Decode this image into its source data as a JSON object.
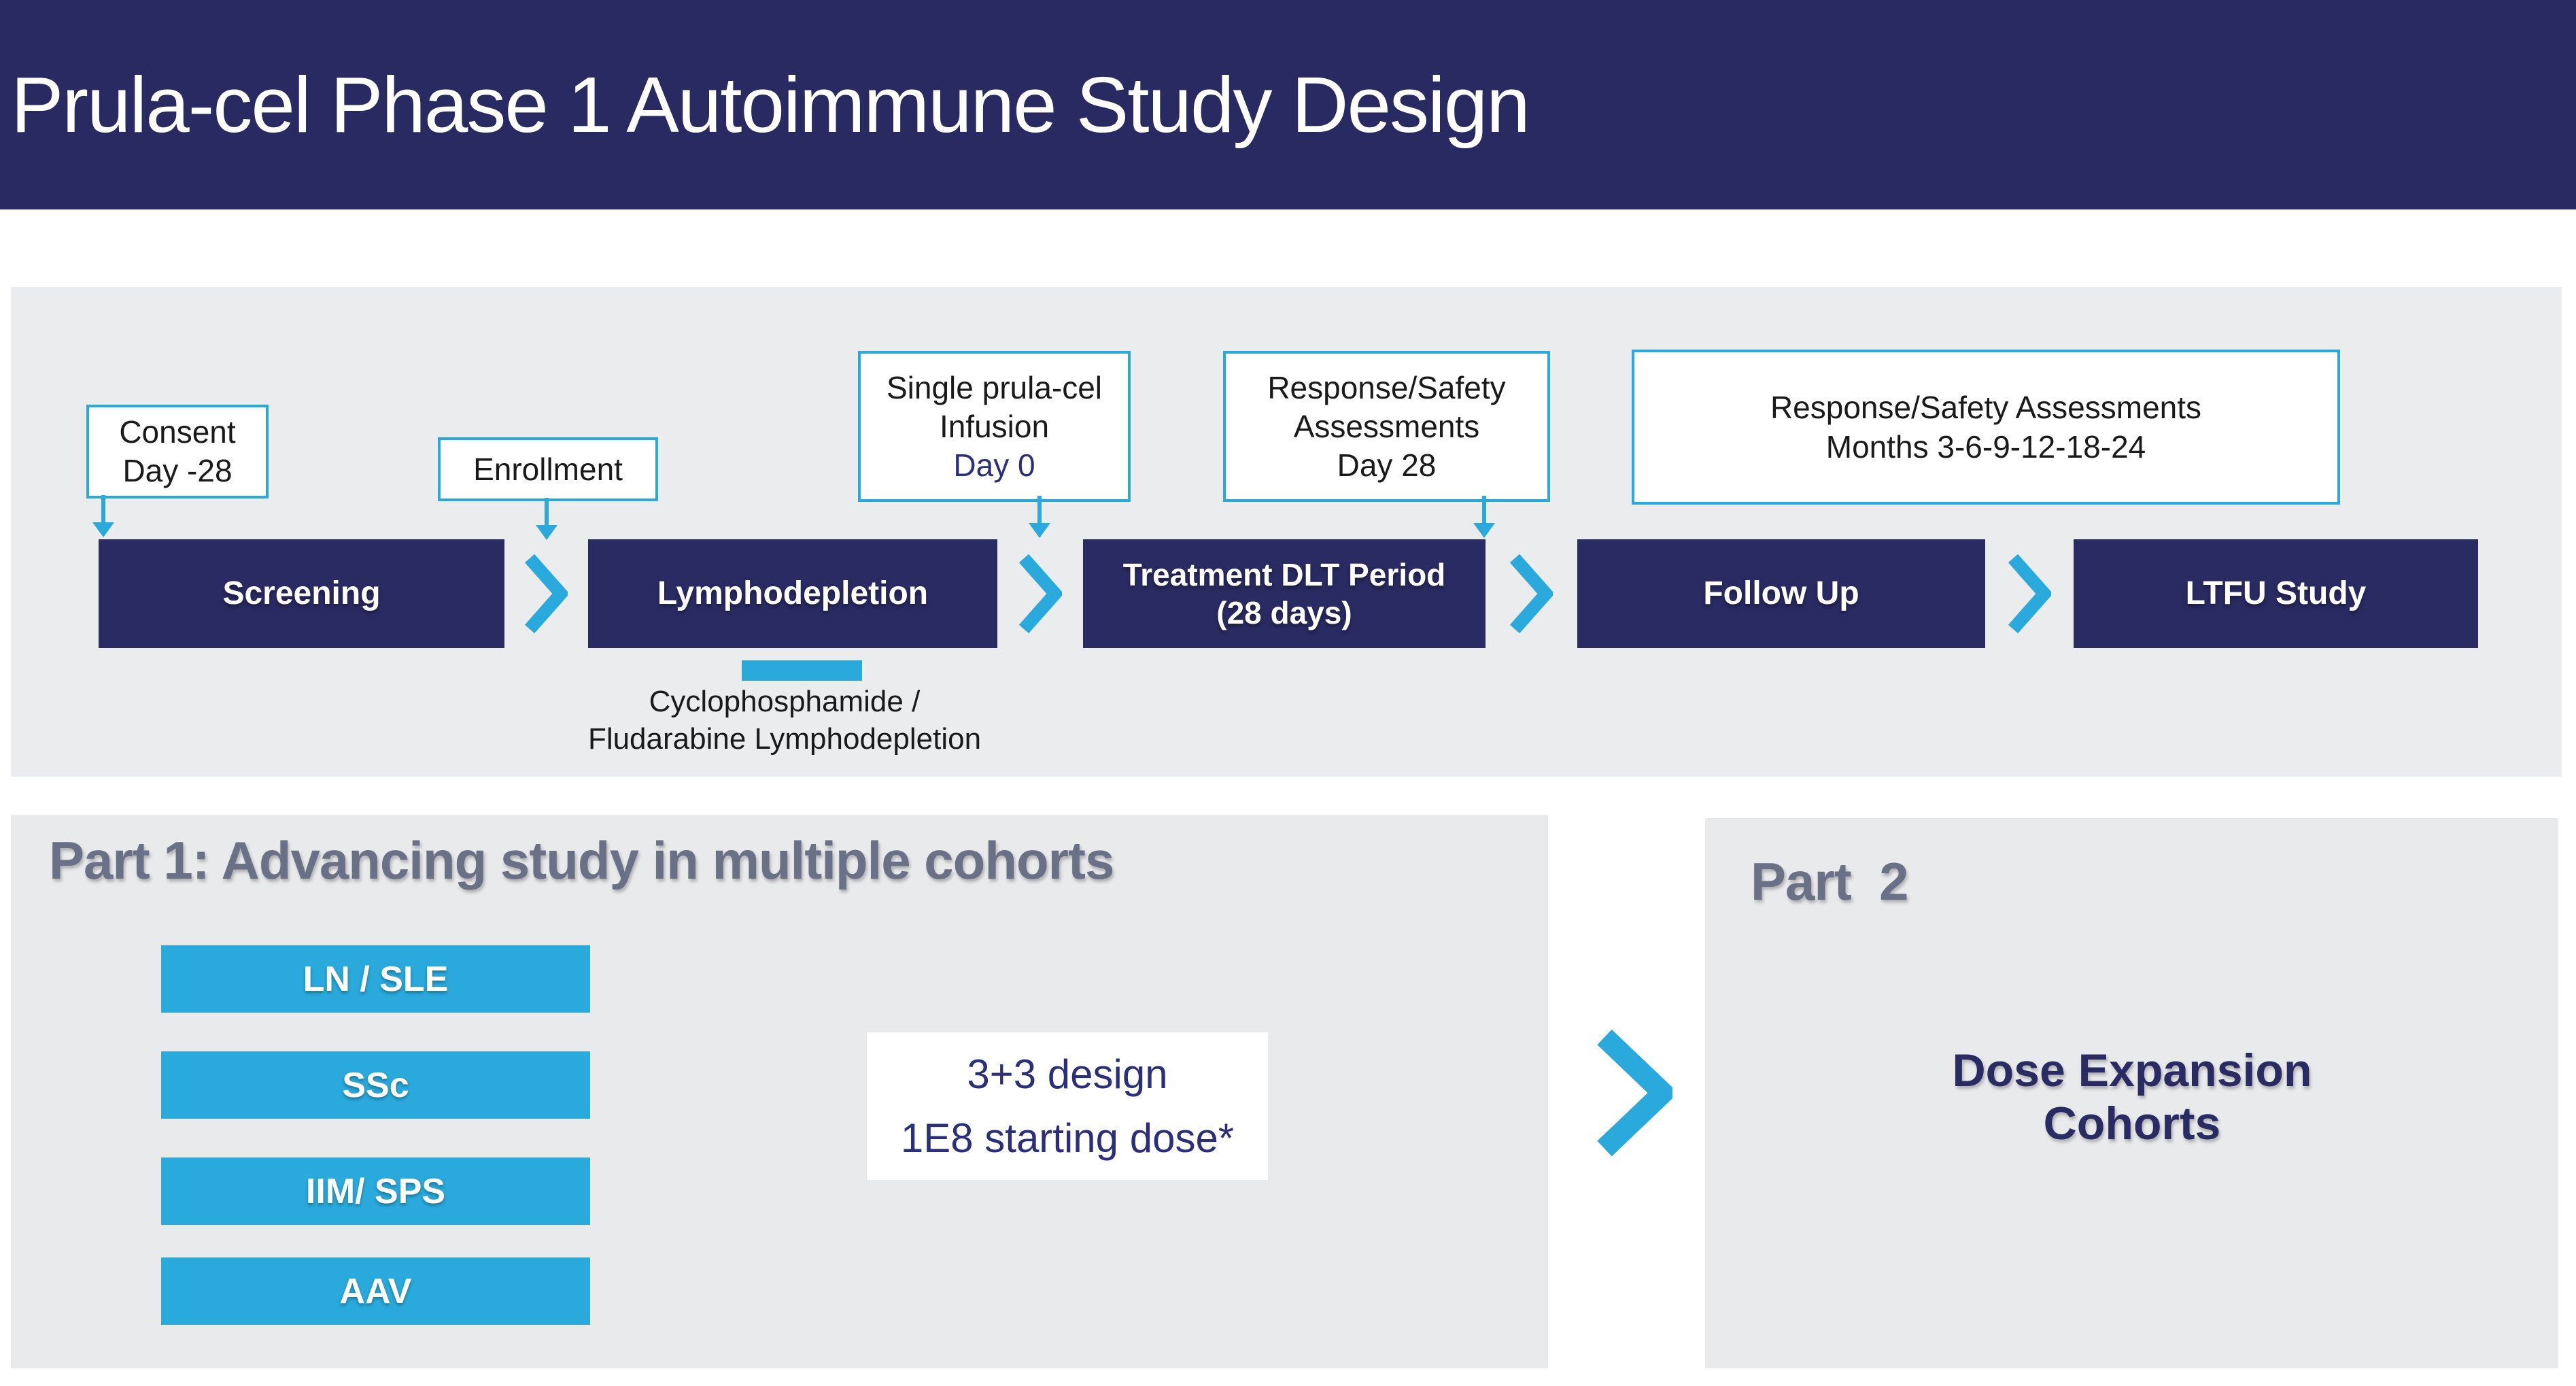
{
  "header": {
    "title": "Prula-cel Phase 1 Autoimmune Study Design"
  },
  "timeline": {
    "callouts": [
      {
        "id": "consent",
        "lines": [
          "Consent",
          "Day -28"
        ]
      },
      {
        "id": "enrollment",
        "lines": [
          "Enrollment"
        ]
      },
      {
        "id": "infusion",
        "lines": [
          "Single prula-cel",
          "Infusion",
          "Day 0"
        ]
      },
      {
        "id": "day28",
        "lines": [
          "Response/Safety",
          "Assessments",
          "Day 28"
        ]
      },
      {
        "id": "months",
        "lines": [
          "Response/Safety Assessments",
          "Months 3-6-9-12-18-24"
        ]
      }
    ],
    "stages": [
      {
        "lines": [
          "Screening"
        ]
      },
      {
        "lines": [
          "Lymphodepletion"
        ]
      },
      {
        "lines": [
          "Treatment DLT Period",
          "(28 days)"
        ]
      },
      {
        "lines": [
          "Follow Up"
        ]
      },
      {
        "lines": [
          "LTFU Study"
        ]
      }
    ],
    "lymphodepletion_note": {
      "lines": [
        "Cyclophosphamide /",
        "Fludarabine Lymphodepletion"
      ]
    }
  },
  "part1": {
    "title": "Part 1: Advancing study in multiple cohorts",
    "cohorts": [
      "LN / SLE",
      "SSc",
      "IIM/ SPS",
      "AAV"
    ],
    "design_box": {
      "lines": [
        "3+3 design",
        "1E8 starting dose*"
      ]
    }
  },
  "part2": {
    "title": "Part  2",
    "label": {
      "lines": [
        "Dose Expansion",
        "Cohorts"
      ]
    }
  },
  "colors": {
    "header_navy": "#282A61",
    "bar_navy": "#2A2B63",
    "cyan_accent": "#29A9DC",
    "panel_gray_top": "#EBECEE",
    "panel_gray_bottom": "#E9EAEC",
    "slate_title": "#6A7086",
    "accent_blue_text": "#2B2F7A",
    "text_black": "#1A1A1A",
    "white": "#FFFFFF"
  }
}
